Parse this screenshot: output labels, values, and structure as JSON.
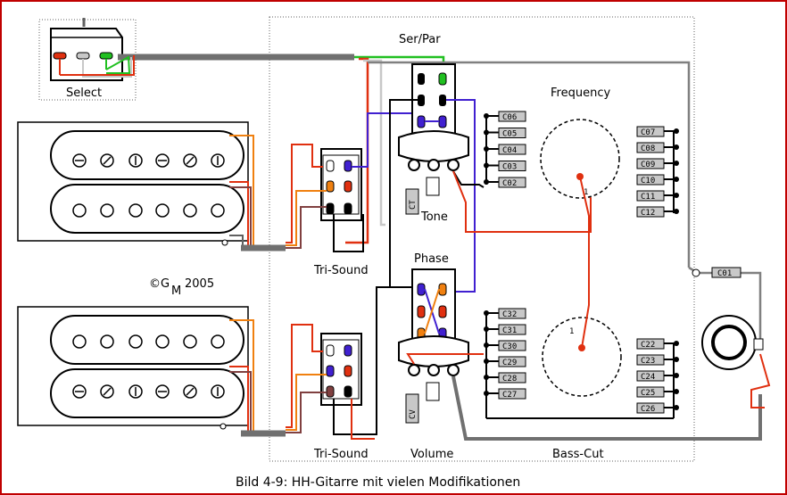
{
  "title": "Bild 4-9: HH-Gitarre mit vielen Modifikationen",
  "labels": {
    "select": "Select",
    "serpar": "Ser/Par",
    "frequency": "Frequency",
    "tone": "Tone",
    "tri_sound_top": "Tri-Sound",
    "phase": "Phase",
    "copyright": "©G",
    "copyright_sub": "M",
    "year": "2005",
    "tri_sound_bottom": "Tri-Sound",
    "volume": "Volume",
    "bass_cut": "Bass-Cut",
    "ct": "CT",
    "cv": "CV",
    "freq_one": "1",
    "bass_one": "1"
  },
  "caps_freq_left": [
    "C06",
    "C05",
    "C04",
    "C03",
    "C02"
  ],
  "caps_freq_right": [
    "C07",
    "C08",
    "C09",
    "C10",
    "C11",
    "C12"
  ],
  "caps_bass_left": [
    "C32",
    "C31",
    "C30",
    "C29",
    "C28",
    "C27"
  ],
  "caps_bass_right": [
    "C22",
    "C23",
    "C24",
    "C25",
    "C26"
  ],
  "cap_out": "C01",
  "colors": {
    "frame": "#c00000",
    "wire_red": "#e03010",
    "wire_green": "#20c020",
    "wire_blue": "#4020d0",
    "wire_orange": "#f08010",
    "wire_gray": "#808080",
    "wire_black": "#000000",
    "wire_white": "#c8c8c8",
    "cap_fill": "#c8c8c8"
  }
}
